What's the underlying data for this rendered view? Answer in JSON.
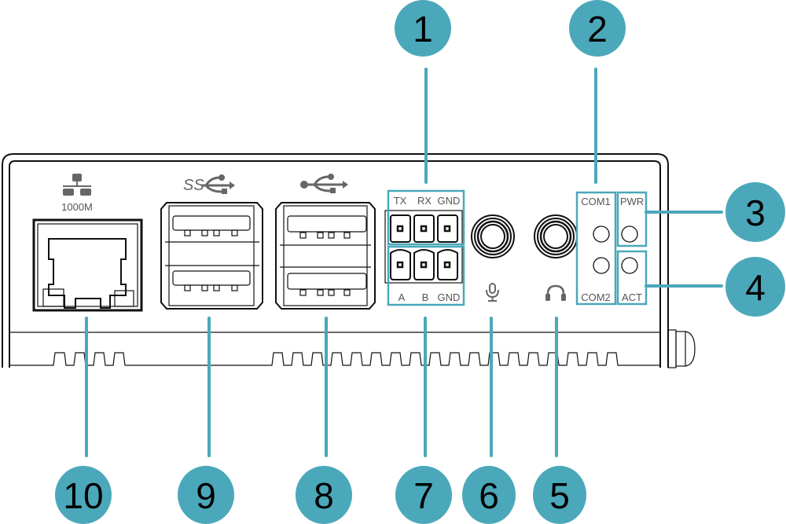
{
  "title": "Front panel port diagram",
  "colors": {
    "accent": "#4ba8ba",
    "label_gray": "#555555",
    "icon_gray": "#666666",
    "line": "#111111"
  },
  "ports": {
    "lan": {
      "speed_label": "1000M",
      "icon": "network-icon"
    },
    "usb3": {
      "icon": "usb-superspeed-icon",
      "prefix": "SS"
    },
    "usb2": {
      "icon": "usb-icon"
    },
    "terminal_top": [
      "TX",
      "RX",
      "GND"
    ],
    "terminal_bottom": [
      "A",
      "B",
      "GND"
    ],
    "mic": {
      "icon": "microphone-icon"
    },
    "headphone": {
      "icon": "headphone-icon"
    },
    "com": {
      "top": "COM1",
      "bottom": "COM2"
    },
    "led": {
      "power": "PWR",
      "activity": "ACT"
    }
  },
  "callouts": [
    {
      "number": "1",
      "target": "terminal-block-top"
    },
    {
      "number": "2",
      "target": "com-leds"
    },
    {
      "number": "3",
      "target": "pwr-led"
    },
    {
      "number": "4",
      "target": "act-led"
    },
    {
      "number": "5",
      "target": "headphone-jack"
    },
    {
      "number": "6",
      "target": "mic-jack"
    },
    {
      "number": "7",
      "target": "terminal-block-bottom"
    },
    {
      "number": "8",
      "target": "usb2-ports"
    },
    {
      "number": "9",
      "target": "usb3-ports"
    },
    {
      "number": "10",
      "target": "lan-port"
    }
  ]
}
